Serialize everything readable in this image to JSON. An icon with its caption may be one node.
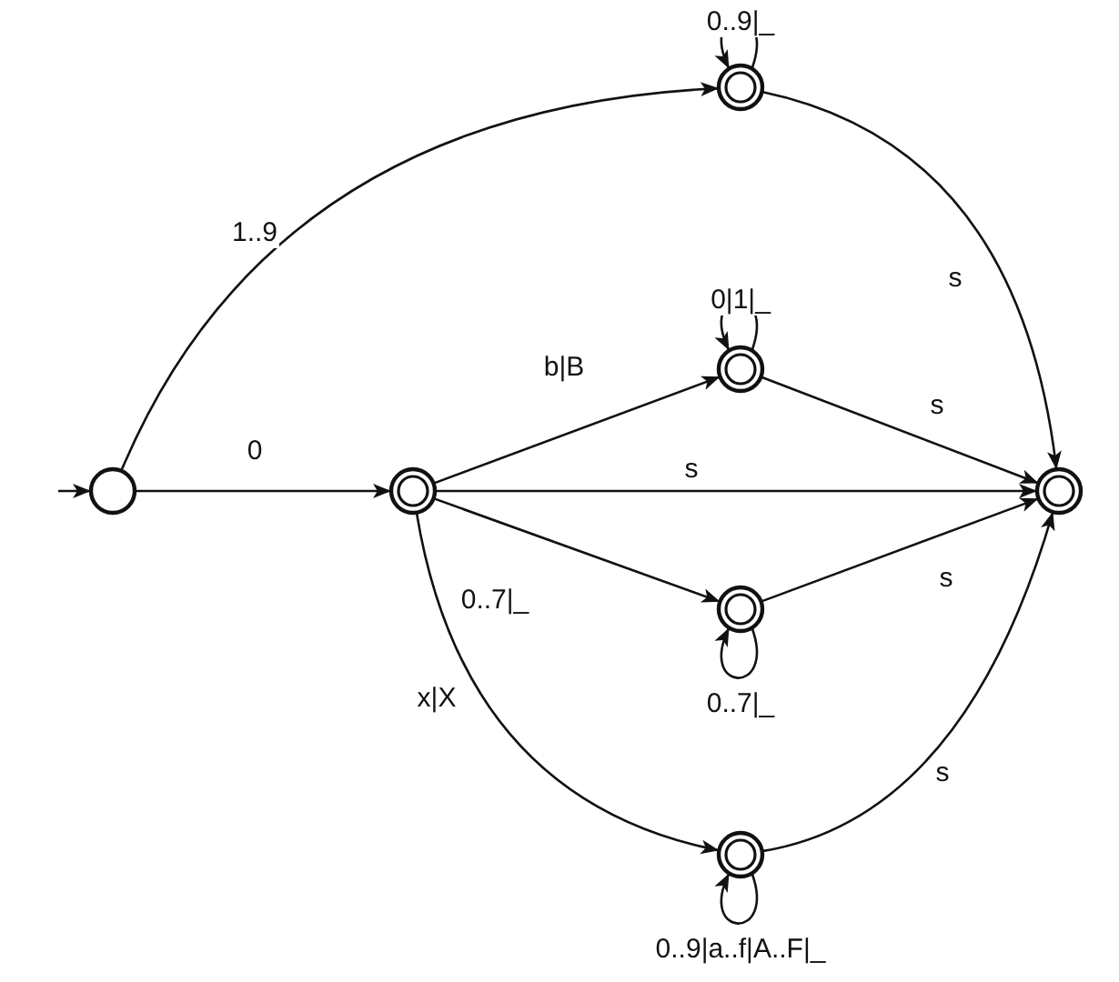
{
  "diagram": {
    "nodes": [
      {
        "text": [],
        "shape": "circle"
      },
      {
        "text": [],
        "shape": "double-circle"
      },
      {
        "text": [],
        "shape": "double-circle"
      },
      {
        "text": [],
        "shape": "double-circle"
      },
      {
        "text": [],
        "shape": "double-circle"
      },
      {
        "text": [],
        "shape": "double-circle"
      },
      {
        "text": [],
        "shape": "double-circle"
      }
    ],
    "edges": [
      {
        "from": null,
        "to": 0,
        "arrow": "to"
      },
      {
        "from": 2,
        "to": 2,
        "label": "0..9|_",
        "arrow": "to"
      },
      {
        "from": 0,
        "to": 2,
        "label": "1..9",
        "arrow": "to"
      },
      {
        "from": 2,
        "to": 6,
        "label": "s",
        "arrow": "to"
      },
      {
        "from": 3,
        "to": 3,
        "label": "0|1|_",
        "arrow": "to"
      },
      {
        "from": 1,
        "to": 3,
        "label": "b|B",
        "arrow": "to"
      },
      {
        "from": 3,
        "to": 6,
        "label": "s",
        "arrow": "to"
      },
      {
        "from": 0,
        "to": 1,
        "label": "0",
        "arrow": "to"
      },
      {
        "from": 1,
        "to": 6,
        "label": "s",
        "arrow": "to"
      },
      {
        "from": 1,
        "to": 4,
        "label": "0..7|_",
        "arrow": "to"
      },
      {
        "from": 4,
        "to": 6,
        "label": "s",
        "arrow": "to"
      },
      {
        "from": 4,
        "to": 4,
        "label": "0..7|_",
        "arrow": "to"
      },
      {
        "from": 1,
        "to": 5,
        "label": "x|X",
        "arrow": "to"
      },
      {
        "from": 5,
        "to": 6,
        "label": "s",
        "arrow": "to"
      },
      {
        "from": 5,
        "to": 5,
        "label": "0..9|a..f|A..F|_",
        "arrow": "to"
      }
    ]
  }
}
